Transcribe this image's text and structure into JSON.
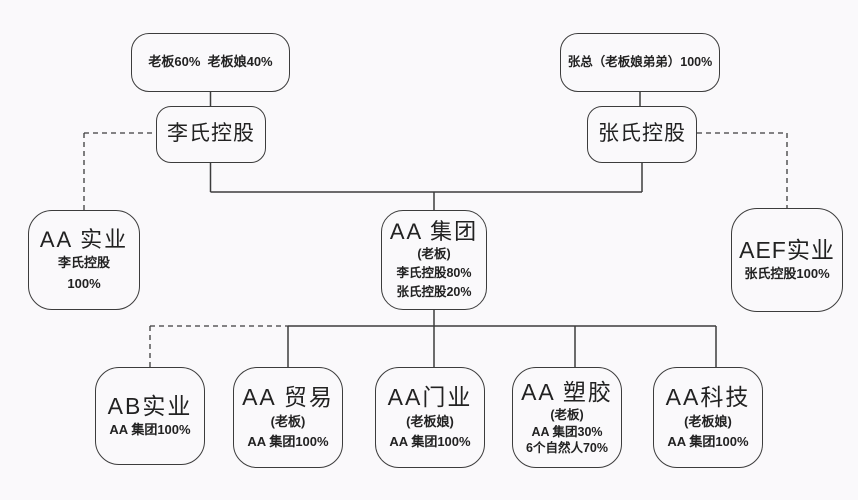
{
  "diagram": {
    "kind": "equity-structure-chart",
    "nodes": {
      "li_shareholders": {
        "label": "老板60%  老板娘40%"
      },
      "zhang_shareholders": {
        "label": "张总（老板娘弟弟）100%"
      },
      "li_holding": {
        "title": "李氏控股"
      },
      "zhang_holding": {
        "title": "张氏控股"
      },
      "aa_industry": {
        "title": "AA 实业",
        "owner1": "李氏控股",
        "owner2": "100%"
      },
      "aa_group": {
        "title": "AA 集团",
        "role": "(老板)",
        "owner1": "李氏控股80%",
        "owner2": "张氏控股20%"
      },
      "aef_industry": {
        "title": "AEF实业",
        "owner1": "张氏控股100%"
      },
      "ab_industry": {
        "title": "AB实业",
        "owner1": "AA 集团100%"
      },
      "aa_trading": {
        "title": "AA 贸易",
        "role": "(老板)",
        "owner1": "AA 集团100%"
      },
      "aa_door": {
        "title": "AA门业",
        "role": "(老板娘)",
        "owner1": "AA 集团100%"
      },
      "aa_plastics": {
        "title": "AA 塑胶",
        "role": "(老板)",
        "owner1": "AA 集团30%",
        "owner2": "6个自然人70%"
      },
      "aa_tech": {
        "title": "AA科技",
        "role": "(老板娘)",
        "owner1": "AA 集团100%"
      }
    },
    "colors": {
      "background": "#faf9fb",
      "line": "#3c3c3c",
      "box_border": "#3c3c3c",
      "text": "#222222"
    }
  }
}
